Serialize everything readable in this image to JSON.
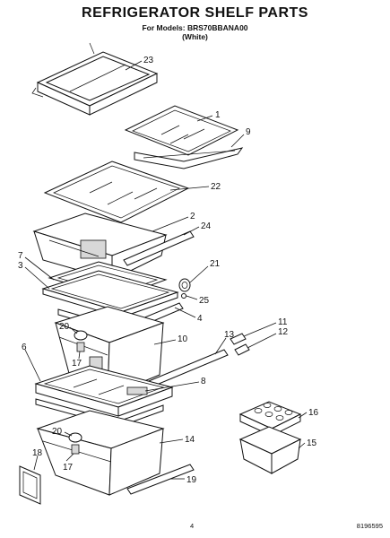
{
  "header": {
    "title": "REFRIGERATOR SHELF PARTS",
    "models": "For Models: BRS70BBANA00",
    "variant": "(White)"
  },
  "footer": {
    "page": "4",
    "doc_number": "8196595"
  },
  "callouts": {
    "c23": "23",
    "c1": "1",
    "c9": "9",
    "c22": "22",
    "c2": "2",
    "c24": "24",
    "c7": "7",
    "c3": "3",
    "c21": "21",
    "c25": "25",
    "c4": "4",
    "c20a": "20",
    "c17a": "17",
    "c10": "10",
    "c13": "13",
    "c11": "11",
    "c12": "12",
    "c6": "6",
    "c8": "8",
    "c16": "16",
    "c15": "15",
    "c20b": "20",
    "c17b": "17",
    "c14": "14",
    "c18": "18",
    "c19": "19"
  }
}
